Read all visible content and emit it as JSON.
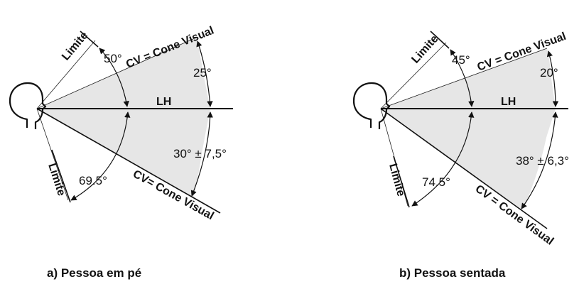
{
  "colors": {
    "cone_fill": "#e6e6e6",
    "line": "#111111",
    "background": "#ffffff"
  },
  "panel_a": {
    "caption": "a) Pessoa em pé",
    "horizontal_line_label": "LH",
    "cone_upper_label": "CV = Cone Visual",
    "cone_lower_label": "CV= Cone Visual",
    "limit_upper_label": "Limite",
    "limit_lower_label": "Limite",
    "angle_limit_upper": "50°",
    "angle_cone_upper": "25°",
    "angle_cone_lower": "30° ± 7,5°",
    "angle_limit_lower": "69.5°"
  },
  "panel_b": {
    "caption": "b) Pessoa sentada",
    "horizontal_line_label": "LH",
    "cone_upper_label": "CV = Cone Visual",
    "cone_lower_label": "CV = Cone Visual",
    "limit_upper_label": "Limite",
    "limit_lower_label": "Limite",
    "angle_limit_upper": "45°",
    "angle_cone_upper": "20°",
    "angle_cone_lower": "38° ± 6,3°",
    "angle_limit_lower": "74.5°"
  }
}
